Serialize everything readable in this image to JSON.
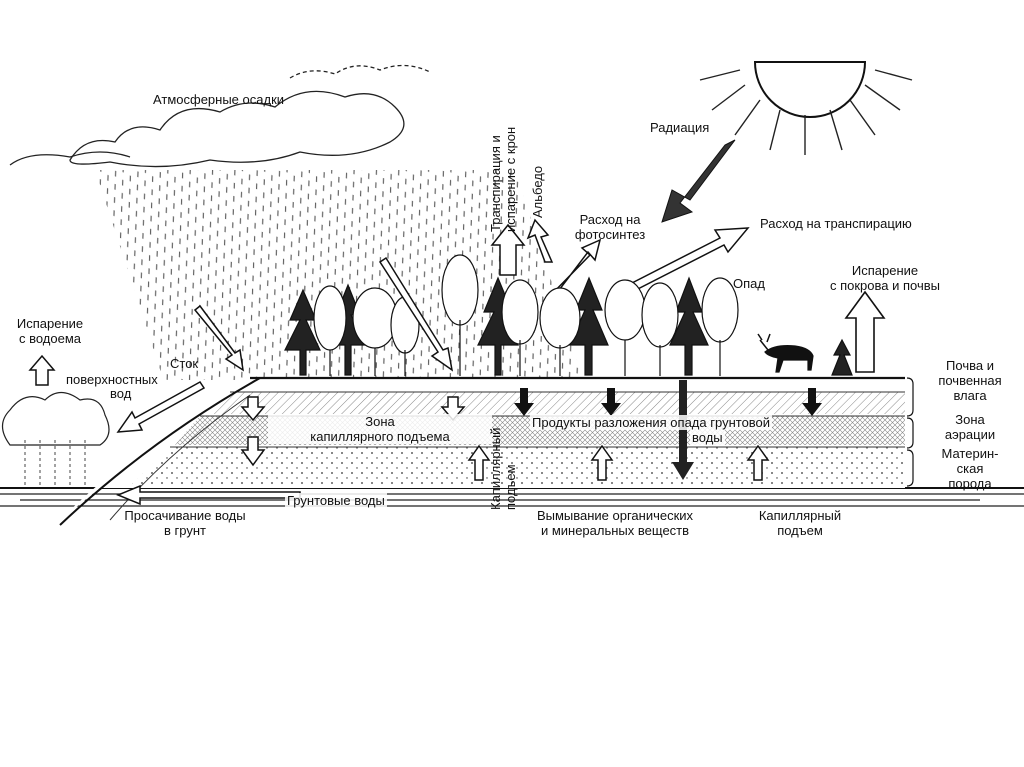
{
  "labels": {
    "precipitation": "Атмосферные осадки",
    "radiation": "Радиация",
    "transpiration_crown": [
      "Транспирация и",
      "испарение с крон"
    ],
    "albedo": "Альбедо",
    "photosynthesis": [
      "Расход на",
      "фотосинтез"
    ],
    "transpiration_use": "Расход на транспирацию",
    "litter": "Опад",
    "evap_cover": [
      "Испарение",
      "с покрова и почвы"
    ],
    "evap_water": [
      "Испарение",
      "с водоема"
    ],
    "runoff": [
      "Сток",
      "поверхностных",
      "вод"
    ],
    "capillary_zone": [
      "Зона",
      "капиллярного подъема"
    ],
    "capillary_vertical": [
      "Капиллярный",
      "подъем"
    ],
    "decomposition": [
      "Продукты разложения опада",
      "грунтовой",
      "воды"
    ],
    "soil": [
      "Почва и",
      "почвенная",
      "влага"
    ],
    "aeration": [
      "Зона",
      "аэрации"
    ],
    "parent_rock": [
      "Материн-",
      "ская",
      "порода"
    ],
    "groundwater": "Грунтовые воды",
    "seepage": [
      "Просачивание воды",
      "в грунт"
    ],
    "leaching": [
      "Вымывание органических",
      "и минеральных",
      "веществ"
    ],
    "capillary_rise": [
      "Капиллярный",
      "подъем"
    ]
  },
  "colors": {
    "ink": "#111111",
    "paper": "#ffffff",
    "hatch": "#555555"
  }
}
